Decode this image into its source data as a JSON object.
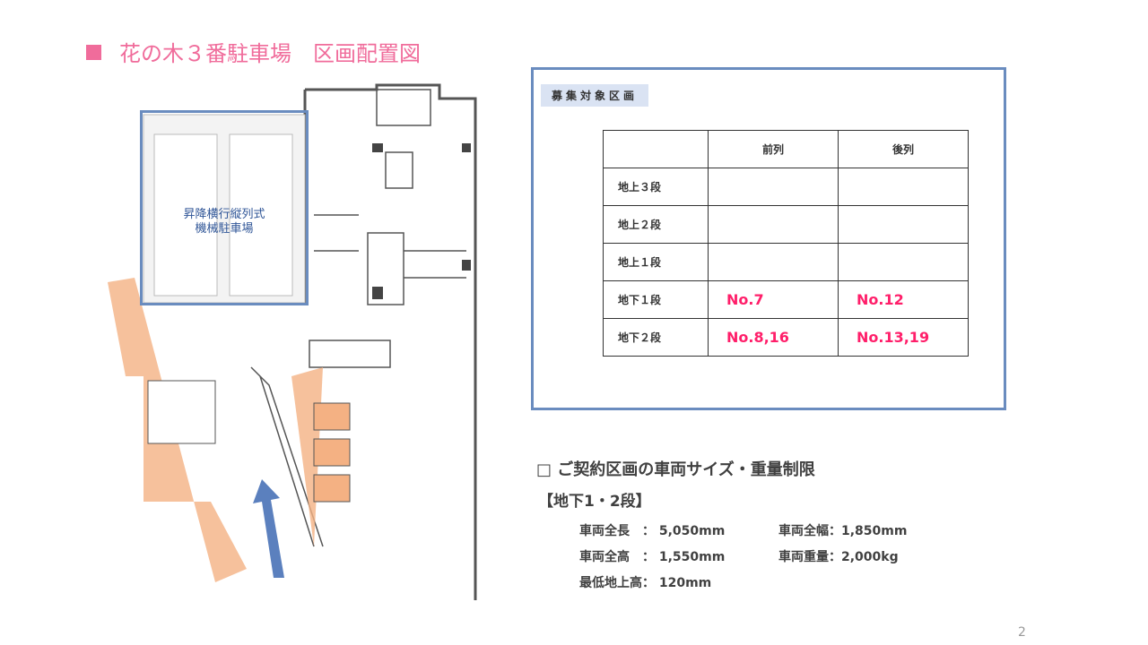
{
  "title": "花の木３番駐車場　区画配置図",
  "plan": {
    "overlay_label_line1": "昇降横行縦列式",
    "overlay_label_line2": "機械駐車場",
    "accent_color": "#6a8cbf",
    "landscape_color": "#f4b183"
  },
  "panel": {
    "heading": "募集対象区画",
    "columns": [
      "",
      "前列",
      "後列"
    ],
    "rows": [
      {
        "label": "地上３段",
        "front": "",
        "rear": ""
      },
      {
        "label": "地上２段",
        "front": "",
        "rear": ""
      },
      {
        "label": "地上１段",
        "front": "",
        "rear": ""
      },
      {
        "label": "地下１段",
        "front": "No.7",
        "rear": "No.12"
      },
      {
        "label": "地下２段",
        "front": "No.8,16",
        "rear": "No.13,19"
      }
    ],
    "highlight_color": "#ff1f6a"
  },
  "specs": {
    "heading": "□ ご契約区画の車両サイズ・重量制限",
    "subheading": "【地下1・2段】",
    "items": [
      {
        "label": "車両全長　：",
        "value": "5,050mm"
      },
      {
        "label": "車両全幅：",
        "value": "1,850mm"
      },
      {
        "label": "車両全高　：",
        "value": "1,550mm"
      },
      {
        "label": "車両重量：",
        "value": "2,000kg"
      },
      {
        "label": "最低地上高：",
        "value": "120mm"
      }
    ]
  },
  "page_number": "2"
}
